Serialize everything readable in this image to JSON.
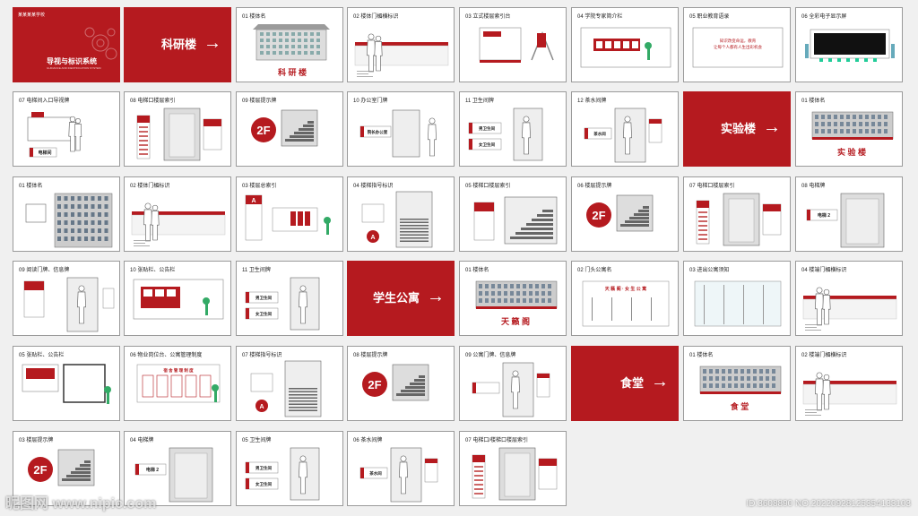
{
  "cover": {
    "school": "某某某某学校",
    "title": "导视与标识系统",
    "subtitle": "GUIDANCE AND IDENTIFICATION SYSTEM"
  },
  "sections": {
    "keyan": "科研楼",
    "shiyan": "实验楼",
    "gongyu": "学生公寓",
    "shitang": "食堂"
  },
  "cards": [
    {
      "id": "r1c3",
      "label": "01 楼体名",
      "kind": "building",
      "sign": "科 研 楼"
    },
    {
      "id": "r1c4",
      "label": "02 楼体门楣横标识",
      "kind": "figures"
    },
    {
      "id": "r1c5",
      "label": "03 立式楼层索引台",
      "kind": "stand"
    },
    {
      "id": "r1c6",
      "label": "04 学院专家简介栏",
      "kind": "board"
    },
    {
      "id": "r1c7",
      "label": "05 职业教育语录",
      "kind": "quote",
      "text1": "知识改变命运，教育",
      "text2": "让每个人都有人生出彩机会"
    },
    {
      "id": "r1c8",
      "label": "06 全彩电子显示屏",
      "kind": "screen"
    },
    {
      "id": "r2c1",
      "label": "07 电梯间入口导视牌",
      "kind": "elevator-entry",
      "text": "电梯间"
    },
    {
      "id": "r2c2",
      "label": "08 电梯口楼层索引",
      "kind": "floorindex"
    },
    {
      "id": "r2c3",
      "label": "09 楼层提示牌",
      "kind": "floorsign",
      "text": "2F"
    },
    {
      "id": "r2c4",
      "label": "10 办公室门牌",
      "kind": "office",
      "text": "院长办公室"
    },
    {
      "id": "r2c5",
      "label": "11 卫生间牌",
      "kind": "wc",
      "text1": "男卫生间",
      "text2": "女卫生间"
    },
    {
      "id": "r2c6",
      "label": "12 茶水间牌",
      "kind": "door",
      "text": "茶水间"
    },
    {
      "id": "r2c8",
      "label": "01 楼体名",
      "kind": "building2",
      "sign": "实 验 楼"
    },
    {
      "id": "r3c1",
      "label": "01 楼体名",
      "kind": "building3"
    },
    {
      "id": "r3c2",
      "label": "02 楼体门楣标识",
      "kind": "figures"
    },
    {
      "id": "r3c3",
      "label": "03 楼层总索引",
      "kind": "index",
      "text": "A"
    },
    {
      "id": "r3c4",
      "label": "04 楼梯指号标识",
      "kind": "stair",
      "text": "A"
    },
    {
      "id": "r3c5",
      "label": "05 楼梯口楼层索引",
      "kind": "stairindex"
    },
    {
      "id": "r3c6",
      "label": "06 楼层提示牌",
      "kind": "floorsign2",
      "text": "2F"
    },
    {
      "id": "r3c7",
      "label": "07 电梯口楼层索引",
      "kind": "floorindex"
    },
    {
      "id": "r3c8",
      "label": "08 电梯牌",
      "kind": "lift",
      "text": "电梯 2"
    },
    {
      "id": "r4c1",
      "label": "09 阅读门牌、信息牌",
      "kind": "reading"
    },
    {
      "id": "r4c2",
      "label": "10 张贴栏、公告栏",
      "kind": "notice"
    },
    {
      "id": "r4c3",
      "label": "11 卫生间牌",
      "kind": "wc",
      "text1": "男卫生间",
      "text2": "女卫生间"
    },
    {
      "id": "r4c5",
      "label": "01 楼体名",
      "kind": "building4",
      "sign": "天 籁 阁"
    },
    {
      "id": "r4c6",
      "label": "02 门头公寓名",
      "kind": "gate",
      "text": "天 籁 阁 · 女 生 公 寓"
    },
    {
      "id": "r4c7",
      "label": "03 进出公寓须知",
      "kind": "glass"
    },
    {
      "id": "r4c8",
      "label": "04 楼端门楣横标识",
      "kind": "figures"
    },
    {
      "id": "r5c1",
      "label": "05 张贴栏、公告栏",
      "kind": "notice2"
    },
    {
      "id": "r5c2",
      "label": "06 物业岗位台、公寓管理制度",
      "kind": "rules",
      "text": "宿 舍 管 理 制 度"
    },
    {
      "id": "r5c3",
      "label": "07 楼梯指号标识",
      "kind": "stair",
      "text": "A"
    },
    {
      "id": "r5c4",
      "label": "08 楼层提示牌",
      "kind": "floorsign2",
      "text": "2F"
    },
    {
      "id": "r5c5",
      "label": "09 公寓门牌、信息牌",
      "kind": "door2"
    },
    {
      "id": "r5c7",
      "label": "01 楼体名",
      "kind": "building5",
      "sign": "食 堂"
    },
    {
      "id": "r5c8",
      "label": "02 楼端门楣横标识",
      "kind": "figures"
    },
    {
      "id": "r6c1",
      "label": "03 楼层提示牌",
      "kind": "floorsign3",
      "text": "2F"
    },
    {
      "id": "r6c2",
      "label": "04 电梯牌",
      "kind": "lift2",
      "text": "电梯 2"
    },
    {
      "id": "r6c3",
      "label": "05 卫生间牌",
      "kind": "wc",
      "text1": "男卫生间",
      "text2": "女卫生间"
    },
    {
      "id": "r6c4",
      "label": "06 茶水间牌",
      "kind": "door",
      "text": "茶水间"
    },
    {
      "id": "r6c5",
      "label": "07 电梯口/楼梯口楼层索引",
      "kind": "floorindex2"
    }
  ],
  "watermark": {
    "left": "昵图网 www.nipic.com",
    "right": "ID:3608890 NO:20220928125354133103"
  },
  "colors": {
    "accent": "#b51a1f",
    "border": "#9a9a9a",
    "background": "#f0f0f0"
  }
}
